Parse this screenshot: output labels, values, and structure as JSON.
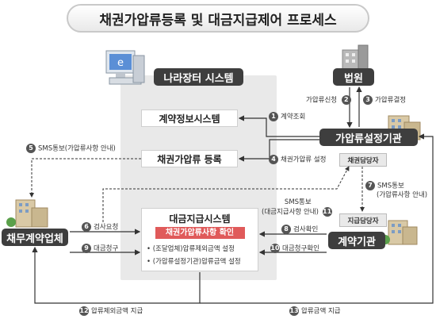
{
  "title": "채권가압류등록 및 대금지급제어 프로세스",
  "nara_system": "나라장터 시스템",
  "contract_info": "계약정보시스템",
  "seizure_reg": "채권가압류 등록",
  "payment": {
    "title": "대금지급시스템",
    "highlight": "채권가압류사항 확인",
    "line1": "• (조달업체)압류제외금액 설정",
    "line2": "• (가압류설정기관)압류금액 설정"
  },
  "entities": {
    "court": "법원",
    "seizure_agency": "가압류설정기관",
    "debtor": "채무계약업체",
    "contract_agency": "계약기관",
    "bond_officer": "채권담당자",
    "payment_officer": "지급담당자"
  },
  "steps": {
    "s1": {
      "num": "1",
      "text": "계약조회"
    },
    "s2": {
      "num": "2",
      "text": "가압류신청"
    },
    "s3": {
      "num": "3",
      "text": "가압류결정"
    },
    "s4": {
      "num": "4",
      "text": "채권가압류 설정"
    },
    "s5": {
      "num": "5",
      "text": "SMS통보(가압류사항 안내)"
    },
    "s6": {
      "num": "6",
      "text": "검사요청"
    },
    "s7": {
      "num": "7",
      "text": "SMS통보",
      "text2": "(가압류사항 안내)"
    },
    "s8": {
      "num": "8",
      "text": "검사확인"
    },
    "s9": {
      "num": "9",
      "text": "대금청구"
    },
    "s10": {
      "num": "10",
      "text": "대금청구확인"
    },
    "s11": {
      "num": "11",
      "text": "SMS통보",
      "text2": "(대금지급사항 안내)"
    },
    "s12": {
      "num": "12",
      "text": "압류제외금액 지급"
    },
    "s13": {
      "num": "13",
      "text": "압류금액 지급"
    }
  },
  "colors": {
    "highlight_red": "#e05a5a",
    "dark_pill": "#3e3e3e",
    "panel_gray": "#e9e9e9"
  }
}
